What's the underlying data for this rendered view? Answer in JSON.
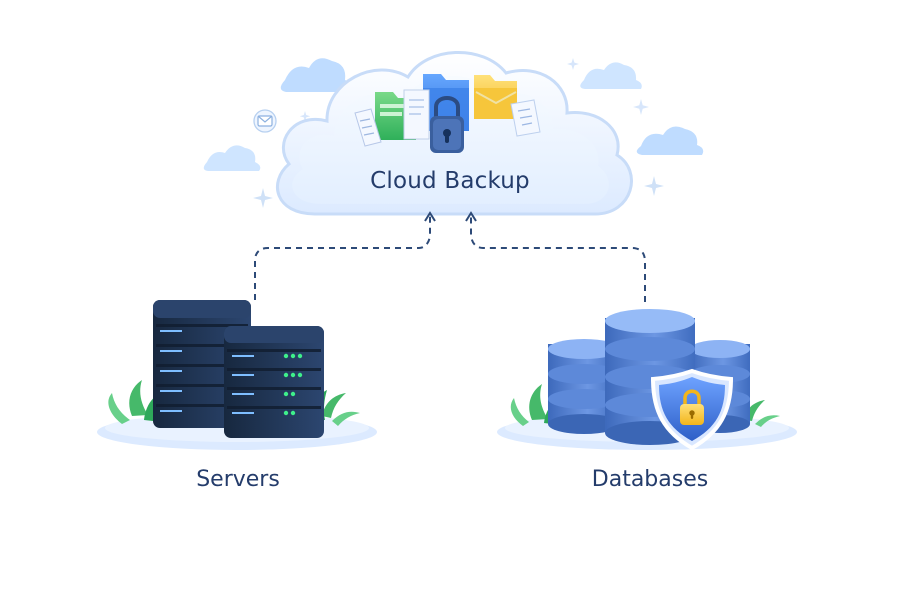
{
  "diagram": {
    "cloud_label": "Cloud Backup",
    "nodes": [
      {
        "label": "Servers"
      },
      {
        "label": "Databases"
      }
    ]
  },
  "colors": {
    "label_text": "#243c6b",
    "connector": "#2d4a78",
    "server_body": "#1f3556",
    "database_body": "#4f7fd4",
    "shield": "#3f74d6",
    "lock": "#f3c12f",
    "cloud_fill": "#eef5ff"
  },
  "icons": [
    "cloud-icon",
    "lock-icon",
    "folder-icon",
    "document-icon",
    "server-rack-icon",
    "database-icon",
    "shield-lock-icon",
    "mail-icon",
    "sparkle-icon",
    "plant-icon"
  ]
}
